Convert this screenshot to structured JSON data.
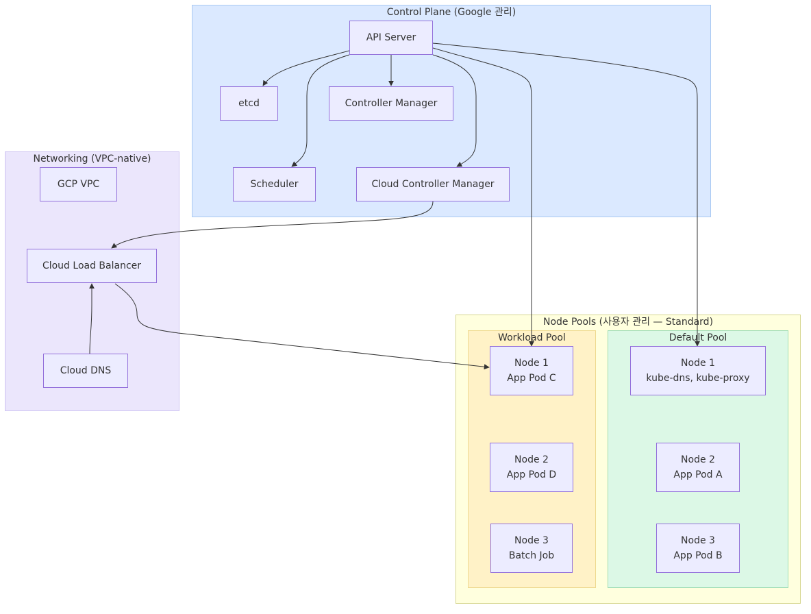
{
  "clusters": {
    "control_plane": {
      "title": "Control Plane (Google 관리)"
    },
    "networking": {
      "title": "Networking (VPC-native)"
    },
    "node_pools": {
      "title": "Node Pools (사용자 관리 — Standard)"
    },
    "workload_pool": {
      "title": "Workload Pool"
    },
    "default_pool": {
      "title": "Default Pool"
    }
  },
  "nodes": {
    "api_server": {
      "label": "API Server"
    },
    "etcd": {
      "label": "etcd"
    },
    "controller_manager": {
      "label": "Controller Manager"
    },
    "scheduler": {
      "label": "Scheduler"
    },
    "cloud_controller_manager": {
      "label": "Cloud Controller Manager"
    },
    "gcp_vpc": {
      "label": "GCP VPC"
    },
    "cloud_load_balancer": {
      "label": "Cloud Load Balancer"
    },
    "cloud_dns": {
      "label": "Cloud DNS"
    },
    "workload_node1": {
      "line1": "Node 1",
      "line2": "App Pod C"
    },
    "workload_node2": {
      "line1": "Node 2",
      "line2": "App Pod D"
    },
    "workload_node3": {
      "line1": "Node 3",
      "line2": "Batch Job"
    },
    "default_node1": {
      "line1": "Node 1",
      "line2": "kube-dns, kube-proxy"
    },
    "default_node2": {
      "line1": "Node 2",
      "line2": "App Pod A"
    },
    "default_node3": {
      "line1": "Node 3",
      "line2": "App Pod B"
    }
  },
  "edges": [
    {
      "from": "api_server",
      "to": "etcd"
    },
    {
      "from": "api_server",
      "to": "controller_manager"
    },
    {
      "from": "api_server",
      "to": "scheduler"
    },
    {
      "from": "api_server",
      "to": "cloud_controller_manager"
    },
    {
      "from": "api_server",
      "to": "workload_node1"
    },
    {
      "from": "api_server",
      "to": "default_node1"
    },
    {
      "from": "cloud_controller_manager",
      "to": "cloud_load_balancer"
    },
    {
      "from": "cloud_dns",
      "to": "cloud_load_balancer"
    },
    {
      "from": "cloud_load_balancer",
      "to": "workload_node1"
    }
  ],
  "colors": {
    "node_fill": "#ececff",
    "node_border": "#9370db",
    "edge": "#333333",
    "control_plane_fill": "#dbe9ff",
    "networking_fill": "#ebe6fc",
    "node_pools_fill": "#ffffde",
    "workload_pool_fill": "#fff2c7",
    "default_pool_fill": "#dcf8e6"
  }
}
